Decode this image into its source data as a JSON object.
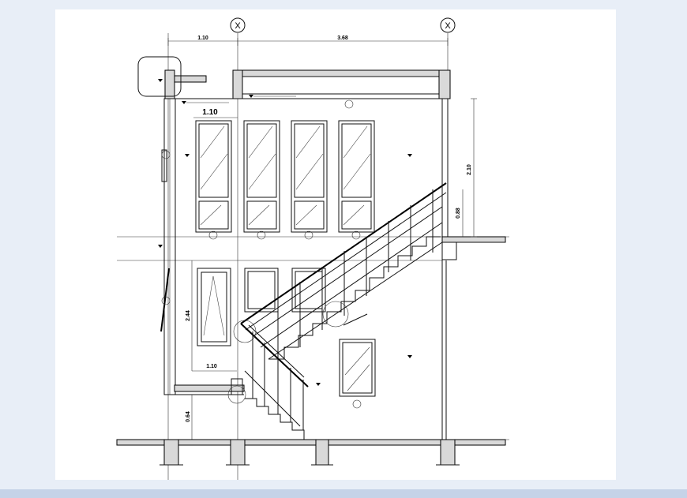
{
  "axes": {
    "left": "X",
    "right": "X"
  },
  "dimensions": {
    "top_left": "1.10",
    "top_right": "3.68",
    "upper_width": "1.10",
    "lower_width": "1.10",
    "right_height_top": "2.10",
    "right_height_mid": "0.88",
    "left_height": "2.44",
    "base_height": "0.64"
  },
  "colors": {
    "background": "#e8eef7",
    "sheet": "#ffffff",
    "bar": "#c5d3e8",
    "line": "#111111"
  }
}
